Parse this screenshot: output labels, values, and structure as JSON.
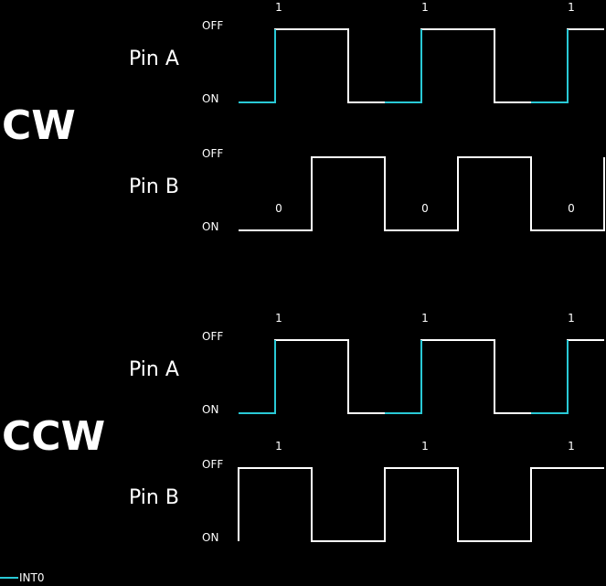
{
  "colors": {
    "background": "#000000",
    "foreground": "#ffffff",
    "int0": "#29c9d6"
  },
  "legend": {
    "label": "INT0"
  },
  "panels": [
    {
      "label": "CW",
      "pins": [
        {
          "label": "Pin A",
          "high_label": "OFF",
          "low_label": "ON",
          "start_level": 0,
          "edges": [
            1,
            3,
            5,
            7,
            9
          ],
          "int0_edges": [
            1,
            5,
            9
          ],
          "marks": [
            "1",
            "1",
            "1"
          ],
          "marks_position": "top"
        },
        {
          "label": "Pin B",
          "high_label": "OFF",
          "low_label": "ON",
          "start_level": 0,
          "edges": [
            2,
            4,
            6,
            8,
            10
          ],
          "int0_edges": [],
          "marks": [
            "0",
            "0",
            "0"
          ],
          "marks_position": "bottom"
        }
      ]
    },
    {
      "label": "CCW",
      "pins": [
        {
          "label": "Pin A",
          "high_label": "OFF",
          "low_label": "ON",
          "start_level": 0,
          "edges": [
            1,
            3,
            5,
            7,
            9
          ],
          "int0_edges": [
            1,
            5,
            9
          ],
          "marks": [
            "1",
            "1",
            "1"
          ],
          "marks_position": "top"
        },
        {
          "label": "Pin B",
          "high_label": "OFF",
          "low_label": "ON",
          "start_level": 0,
          "edges": [
            0,
            2,
            4,
            6,
            8
          ],
          "int0_edges": [],
          "marks": [
            "1",
            "1",
            "1"
          ],
          "marks_position": "top"
        }
      ]
    }
  ]
}
